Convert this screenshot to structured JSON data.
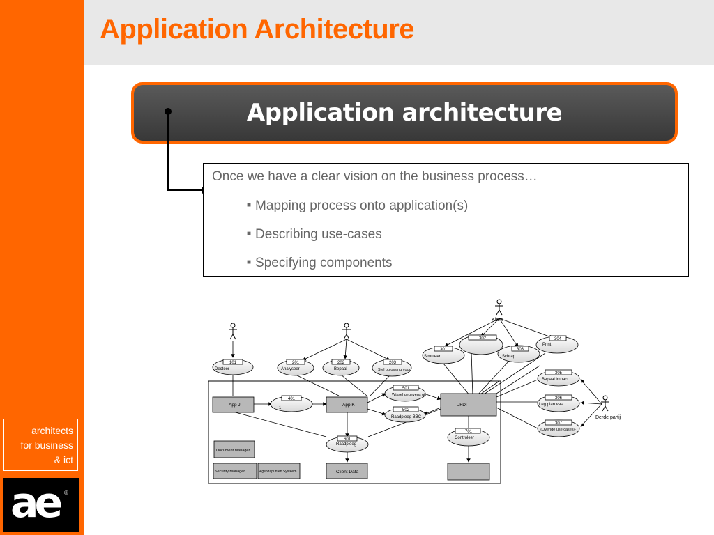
{
  "slide": {
    "title": "Application Architecture",
    "banner_title": "Application architecture",
    "tagline": [
      "architects",
      "for business",
      "& ict"
    ],
    "logo": "ae",
    "logo_mark": "®",
    "colors": {
      "accent": "#ff6600",
      "banner": "#444444",
      "header": "#e8e8e8"
    }
  },
  "content": {
    "intro": "Once we have a clear vision on the business process…",
    "bullets": [
      "Mapping process onto application(s)",
      "Describing use-cases",
      "Specifying components"
    ]
  },
  "diagram": {
    "actors": [
      {
        "id": "a1",
        "label": ""
      },
      {
        "id": "a2",
        "label": ""
      },
      {
        "id": "a3",
        "label": "Klant"
      },
      {
        "id": "a4",
        "label": "Derde partij"
      }
    ],
    "usecases": [
      {
        "id": "101",
        "label": "Decteer"
      },
      {
        "id": "201",
        "label": "Analyseer"
      },
      {
        "id": "202",
        "label": "Bepaal"
      },
      {
        "id": "203",
        "label": "Stel oplossing voor"
      },
      {
        "id": "301",
        "label": "Simuleer"
      },
      {
        "id": "302",
        "label": ""
      },
      {
        "id": "303",
        "label": "Schrap"
      },
      {
        "id": "304",
        "label": "Print"
      },
      {
        "id": "305",
        "label": "Bepaal impact"
      },
      {
        "id": "306",
        "label": "Leg plan vast"
      },
      {
        "id": "307",
        "label": "«Overige use cases»"
      },
      {
        "id": "401",
        "label": "1"
      },
      {
        "id": "501",
        "label": "Wissel gegevens uit"
      },
      {
        "id": "502",
        "label": "Raadpleeg BBC"
      },
      {
        "id": "601",
        "label": "Raadpleeg"
      },
      {
        "id": "701",
        "label": "Controleer"
      }
    ],
    "components": [
      {
        "id": "appj",
        "label": "App J"
      },
      {
        "id": "appk",
        "label": "App K"
      },
      {
        "id": "jfdi",
        "label": "JFDI"
      },
      {
        "id": "docman",
        "label": "Document Manager"
      },
      {
        "id": "secman",
        "label": "Security Manager"
      },
      {
        "id": "agenda",
        "label": "Agendapunten Systeem"
      },
      {
        "id": "client",
        "label": "Client Data"
      },
      {
        "id": "blank",
        "label": ""
      }
    ]
  }
}
